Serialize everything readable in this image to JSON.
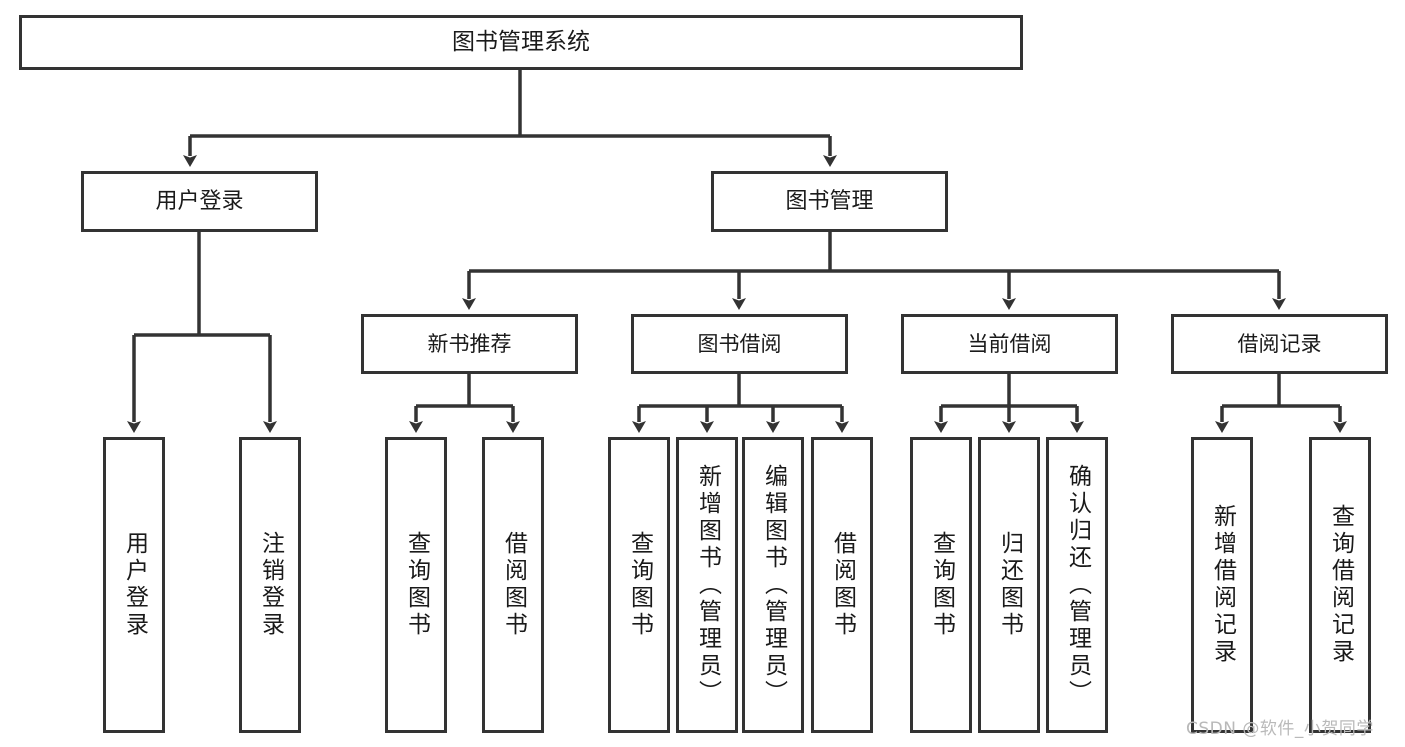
{
  "diagram": {
    "type": "tree-hierarchy-chart",
    "title": "图书管理系统",
    "levels": 4,
    "colors": {
      "box_border": "#333333",
      "box_fill": "#ffffff",
      "connector": "#333333",
      "text": "#1a1a1a",
      "watermark": "#b9b9b9",
      "background": "#ffffff"
    },
    "root": {
      "label": "图书管理系统"
    },
    "level2": [
      {
        "label": "用户登录"
      },
      {
        "label": "图书管理"
      }
    ],
    "level3": [
      {
        "label": "新书推荐"
      },
      {
        "label": "图书借阅"
      },
      {
        "label": "当前借阅"
      },
      {
        "label": "借阅记录"
      }
    ],
    "leaves": [
      {
        "label": "用户登录",
        "parent": "用户登录"
      },
      {
        "label": "注销登录",
        "parent": "用户登录"
      },
      {
        "label": "查询图书",
        "parent": "新书推荐"
      },
      {
        "label": "借阅图书",
        "parent": "新书推荐"
      },
      {
        "label": "查询图书",
        "parent": "图书借阅"
      },
      {
        "label": "新增图书（管理员）",
        "parent": "图书借阅"
      },
      {
        "label": "编辑图书（管理员）",
        "parent": "图书借阅"
      },
      {
        "label": "借阅图书",
        "parent": "图书借阅"
      },
      {
        "label": "查询图书",
        "parent": "当前借阅"
      },
      {
        "label": "归还图书",
        "parent": "当前借阅"
      },
      {
        "label": "确认归还（管理员）",
        "parent": "当前借阅"
      },
      {
        "label": "新增借阅记录",
        "parent": "借阅记录"
      },
      {
        "label": "查询借阅记录",
        "parent": "借阅记录"
      }
    ]
  },
  "watermark": {
    "text": "CSDN @软件_小贺同学"
  }
}
